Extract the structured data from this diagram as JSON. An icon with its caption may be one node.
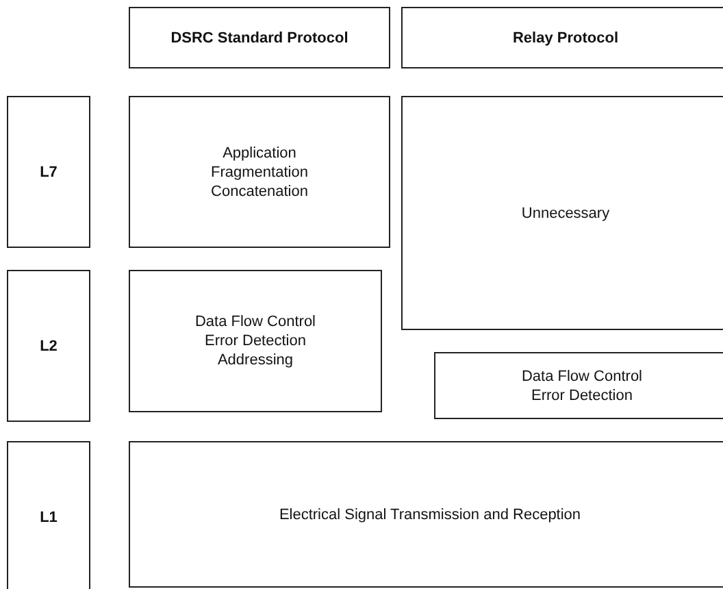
{
  "diagram": {
    "nodes": [
      {
        "text": [
          "DSRC Standard Protocol"
        ]
      },
      {
        "text": [
          "Relay Protocol"
        ]
      },
      {
        "text": [
          "L7"
        ]
      },
      {
        "text": [
          "Application Fragmentation Concatenation"
        ]
      },
      {
        "text": [
          "Unnecessary"
        ]
      },
      {
        "text": [
          "L2"
        ]
      },
      {
        "text": [
          "Data Flow Control Error Detection Addressing"
        ]
      },
      {
        "text": [
          "Data Flow Control Error Detection"
        ]
      },
      {
        "text": [
          "L1"
        ]
      },
      {
        "text": [
          "Electrical Signal Transmission and Reception"
        ]
      }
    ],
    "edges": []
  }
}
